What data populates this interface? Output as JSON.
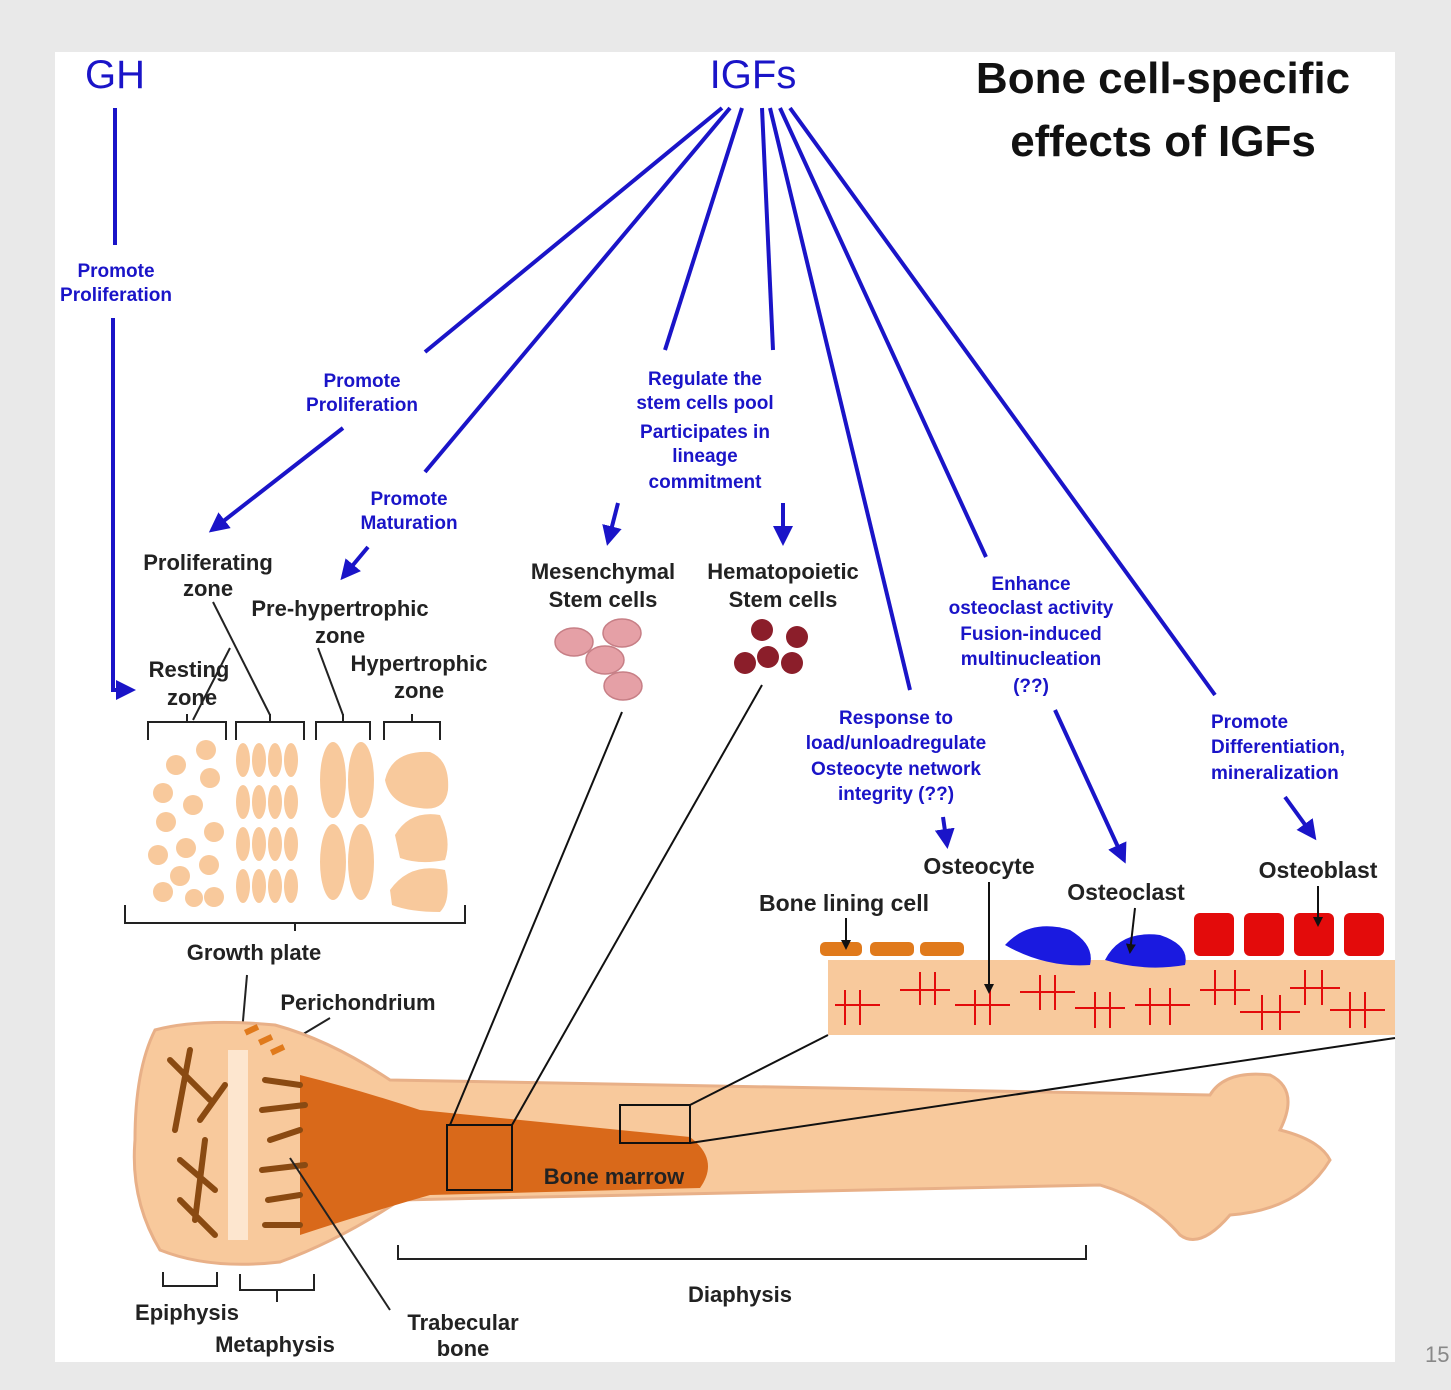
{
  "title": {
    "line1": "Bone cell-specific",
    "line2": "effects of IGFs"
  },
  "sources": {
    "gh": "GH",
    "igfs": "IGFs"
  },
  "effects": {
    "gh_prolif": [
      "Promote",
      "Proliferation"
    ],
    "igf_prolif": [
      "Promote",
      "Proliferation"
    ],
    "igf_maturation": [
      "Promote",
      "Maturation"
    ],
    "stem": [
      "Regulate the",
      "stem cells pool",
      "Participates in",
      "lineage",
      "commitment"
    ],
    "osteocyte_effect": [
      "Response to",
      "load/unloadregulate",
      "Osteocyte network",
      "integrity (??)"
    ],
    "osteoclast_effect": [
      "Enhance",
      "osteoclast activity",
      "Fusion-induced",
      "multinucleation",
      "(??)"
    ],
    "osteoblast_effect": [
      "Promote",
      "Differentiation,",
      "mineralization"
    ]
  },
  "zones": {
    "proliferating": [
      "Proliferating",
      "zone"
    ],
    "prehypertrophic": [
      "Pre-hypertrophic",
      "zone"
    ],
    "hypertrophic": [
      "Hypertrophic",
      "zone"
    ],
    "resting": [
      "Resting",
      "zone"
    ],
    "growth_plate": "Growth plate",
    "perichondrium": "Perichondrium"
  },
  "stem_cells": {
    "mesenchymal": [
      "Mesenchymal",
      "Stem cells"
    ],
    "hematopoietic": [
      "Hematopoietic",
      "Stem cells"
    ]
  },
  "cells": {
    "osteocyte": "Osteocyte",
    "osteoclast": "Osteoclast",
    "osteoblast": "Osteoblast",
    "lining": "Bone lining cell"
  },
  "bone": {
    "marrow": "Bone marrow",
    "diaphysis": "Diaphysis",
    "epiphysis": "Epiphysis",
    "metaphysis": "Metaphysis",
    "trabecular": [
      "Trabecular",
      "bone"
    ]
  },
  "page_number": "15",
  "colors": {
    "arrow_blue": "#1a14c8",
    "bone_light": "#f8c99c",
    "bone_dark": "#e07a1c",
    "marrow": "#d9691a",
    "osteoclast": "#1a1ae0",
    "osteoblast": "#e30b0b",
    "background": "#e9e9e9"
  }
}
